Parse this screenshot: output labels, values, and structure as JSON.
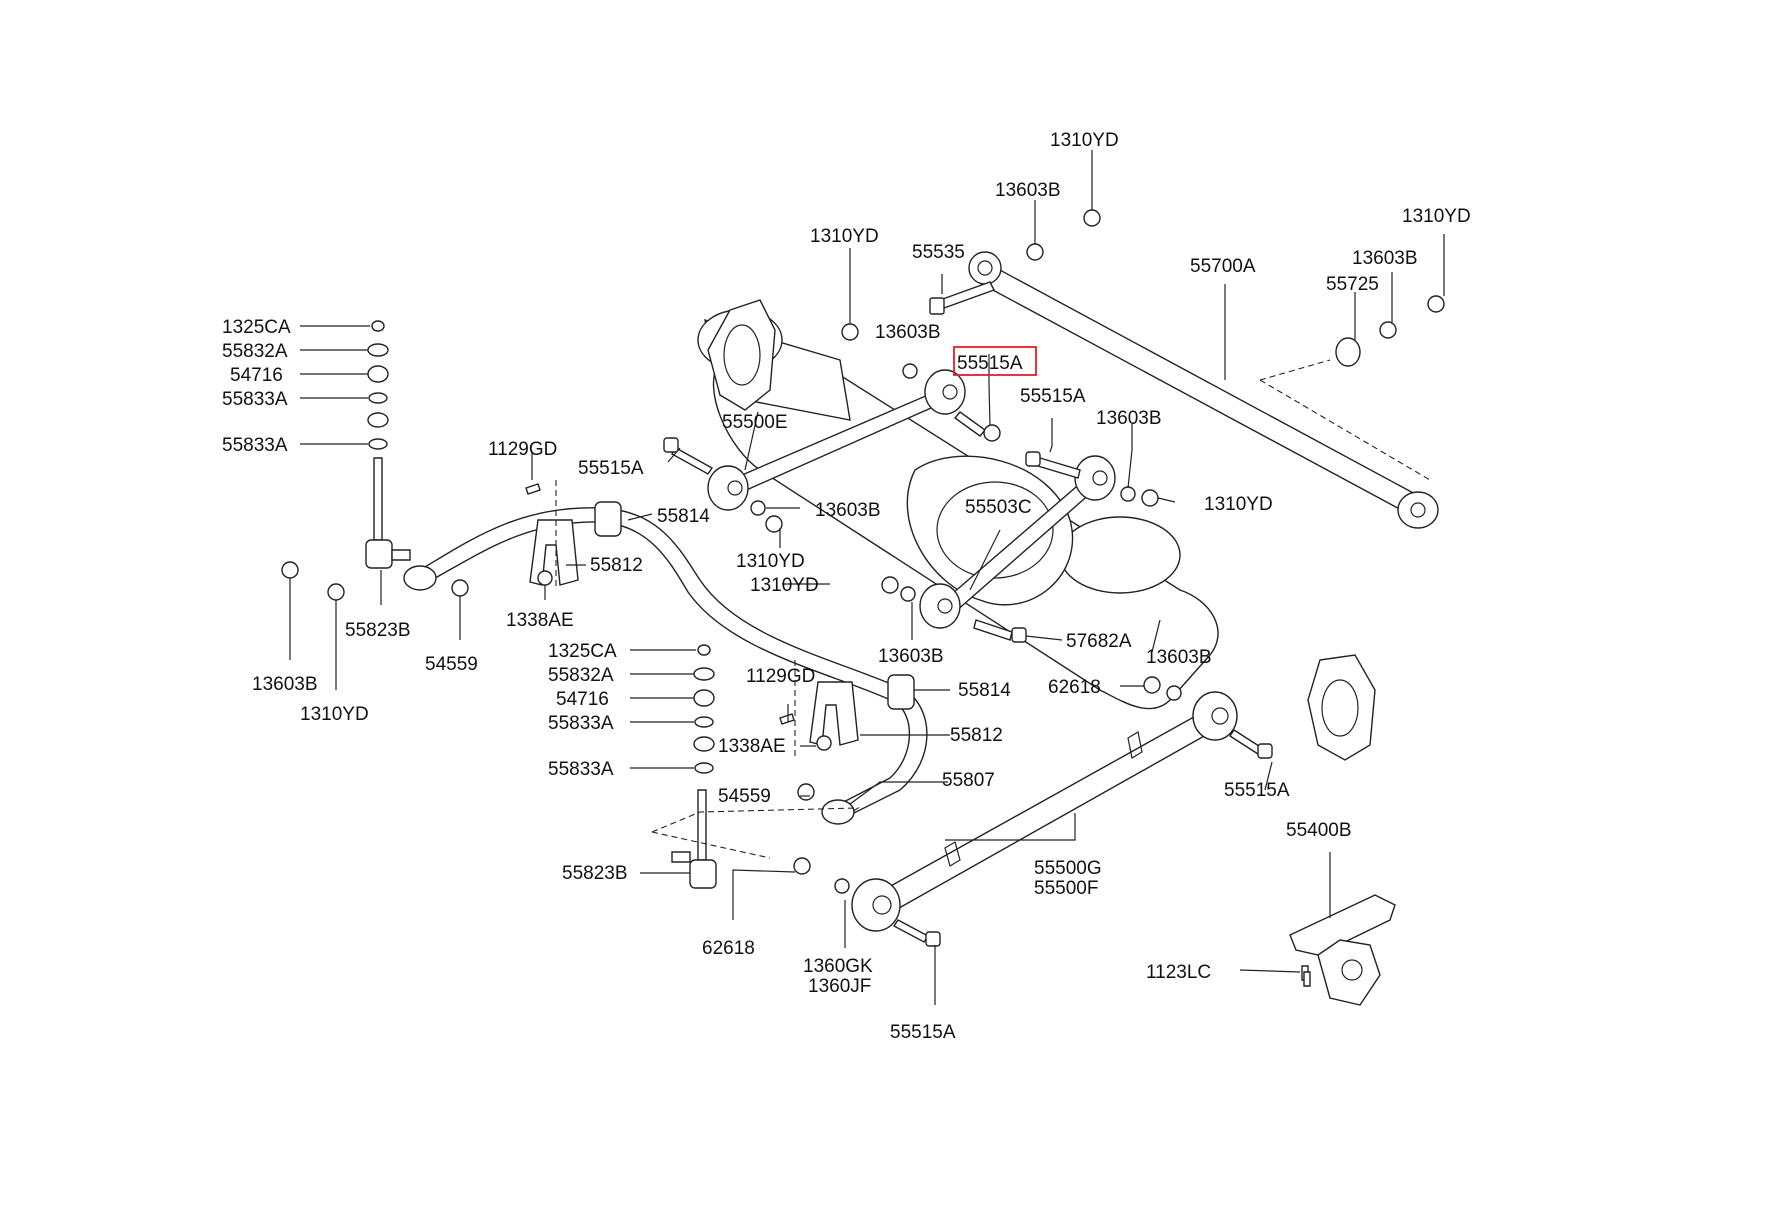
{
  "diagram": {
    "highlight_color": "#e02020",
    "highlighted_part": "55515A",
    "labels": [
      {
        "id": "l_1310yd_top",
        "text": "1310YD"
      },
      {
        "id": "l_13603b_top",
        "text": "13603B"
      },
      {
        "id": "l_1310yd_right",
        "text": "1310YD"
      },
      {
        "id": "l_1310yd_mid",
        "text": "1310YD"
      },
      {
        "id": "l_55535",
        "text": "55535"
      },
      {
        "id": "l_55700a",
        "text": "55700A"
      },
      {
        "id": "l_13603b_right",
        "text": "13603B"
      },
      {
        "id": "l_55725",
        "text": "55725"
      },
      {
        "id": "l_1325ca_1",
        "text": "1325CA"
      },
      {
        "id": "l_55832a_1",
        "text": "55832A"
      },
      {
        "id": "l_54716_1",
        "text": "54716"
      },
      {
        "id": "l_55833a_1",
        "text": "55833A"
      },
      {
        "id": "l_55833a_2",
        "text": "55833A"
      },
      {
        "id": "l_13603b_upper",
        "text": "13603B"
      },
      {
        "id": "l_55515a_hl",
        "text": "55515A"
      },
      {
        "id": "l_55515a_2",
        "text": "55515A"
      },
      {
        "id": "l_55500e",
        "text": "55500E"
      },
      {
        "id": "l_13603b_c",
        "text": "13603B"
      },
      {
        "id": "l_1129gd_1",
        "text": "1129GD"
      },
      {
        "id": "l_55515a_3",
        "text": "55515A"
      },
      {
        "id": "l_1310yd_c",
        "text": "1310YD"
      },
      {
        "id": "l_13603b_d",
        "text": "13603B"
      },
      {
        "id": "l_55814_1",
        "text": "55814"
      },
      {
        "id": "l_55503c",
        "text": "55503C"
      },
      {
        "id": "l_1310yd_d",
        "text": "1310YD"
      },
      {
        "id": "l_55812_1",
        "text": "55812"
      },
      {
        "id": "l_1310yd_e",
        "text": "1310YD"
      },
      {
        "id": "l_55823b_1",
        "text": "55823B"
      },
      {
        "id": "l_1338ae_1",
        "text": "1338AE"
      },
      {
        "id": "l_54559_1",
        "text": "54559"
      },
      {
        "id": "l_57682a",
        "text": "57682A"
      },
      {
        "id": "l_1325ca_2",
        "text": "1325CA"
      },
      {
        "id": "l_13603b_e",
        "text": "13603B"
      },
      {
        "id": "l_13603b_f",
        "text": "13603B"
      },
      {
        "id": "l_55832a_2",
        "text": "55832A"
      },
      {
        "id": "l_13603b_g",
        "text": "13603B"
      },
      {
        "id": "l_1129gd_2",
        "text": "1129GD"
      },
      {
        "id": "l_54716_2",
        "text": "54716"
      },
      {
        "id": "l_62618_1",
        "text": "62618"
      },
      {
        "id": "l_55814_2",
        "text": "55814"
      },
      {
        "id": "l_1310yd_f",
        "text": "1310YD"
      },
      {
        "id": "l_55833a_3",
        "text": "55833A"
      },
      {
        "id": "l_55812_2",
        "text": "55812"
      },
      {
        "id": "l_1338ae_2",
        "text": "1338AE"
      },
      {
        "id": "l_55833a_4",
        "text": "55833A"
      },
      {
        "id": "l_55807",
        "text": "55807"
      },
      {
        "id": "l_55515a_4",
        "text": "55515A"
      },
      {
        "id": "l_54559_2",
        "text": "54559"
      },
      {
        "id": "l_55400b",
        "text": "55400B"
      },
      {
        "id": "l_55500g",
        "text": "55500G"
      },
      {
        "id": "l_55500f",
        "text": "55500F"
      },
      {
        "id": "l_55823b_2",
        "text": "55823B"
      },
      {
        "id": "l_62618_2",
        "text": "62618"
      },
      {
        "id": "l_1360gk",
        "text": "1360GK"
      },
      {
        "id": "l_1360jf",
        "text": "1360JF"
      },
      {
        "id": "l_1123lc",
        "text": "1123LC"
      },
      {
        "id": "l_55515a_5",
        "text": "55515A"
      }
    ]
  }
}
